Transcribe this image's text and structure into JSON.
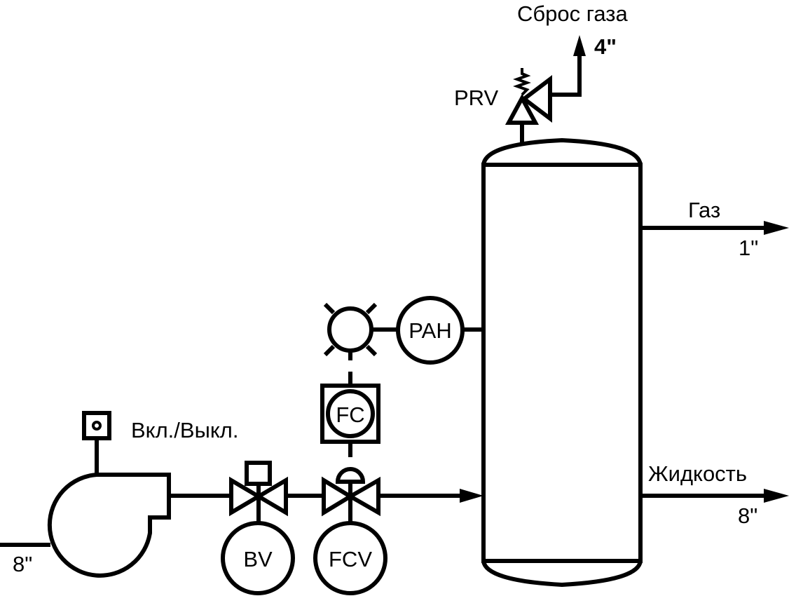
{
  "diagram": {
    "type": "P&ID process flow diagram",
    "stroke_color": "#000000",
    "background": "#ffffff",
    "labels": {
      "gas_vent": "Сброс газа",
      "gas_vent_size": "4\"",
      "prv": "PRV",
      "gas_outlet": "Газ",
      "gas_outlet_size": "1\"",
      "liquid_outlet": "Жидкость",
      "liquid_outlet_size": "8\"",
      "pump_inlet_size": "8\"",
      "on_off": "Вкл./Выкл.",
      "pah": "PAH",
      "fc": "FC",
      "bv": "BV",
      "fcv": "FCV"
    },
    "components": [
      {
        "id": "pump",
        "kind": "centrifugal-pump",
        "label": "",
        "switch": "Вкл./Выкл."
      },
      {
        "id": "bv",
        "kind": "solenoid-valve",
        "tag": "BV"
      },
      {
        "id": "fcv",
        "kind": "diaphragm-control-valve",
        "tag": "FCV",
        "controller": "FC"
      },
      {
        "id": "separator",
        "kind": "vertical-vessel"
      },
      {
        "id": "prv",
        "kind": "pressure-relief-valve",
        "tag": "PRV"
      },
      {
        "id": "pah",
        "kind": "pressure-alarm-high",
        "tag": "PAH"
      },
      {
        "id": "alarm-light",
        "kind": "alarm-lamp"
      }
    ],
    "streams": [
      {
        "name": "Сброс газа",
        "size": "4\""
      },
      {
        "name": "Газ",
        "size": "1\""
      },
      {
        "name": "Жидкость",
        "size": "8\""
      },
      {
        "name": "inlet",
        "size": "8\""
      }
    ]
  }
}
